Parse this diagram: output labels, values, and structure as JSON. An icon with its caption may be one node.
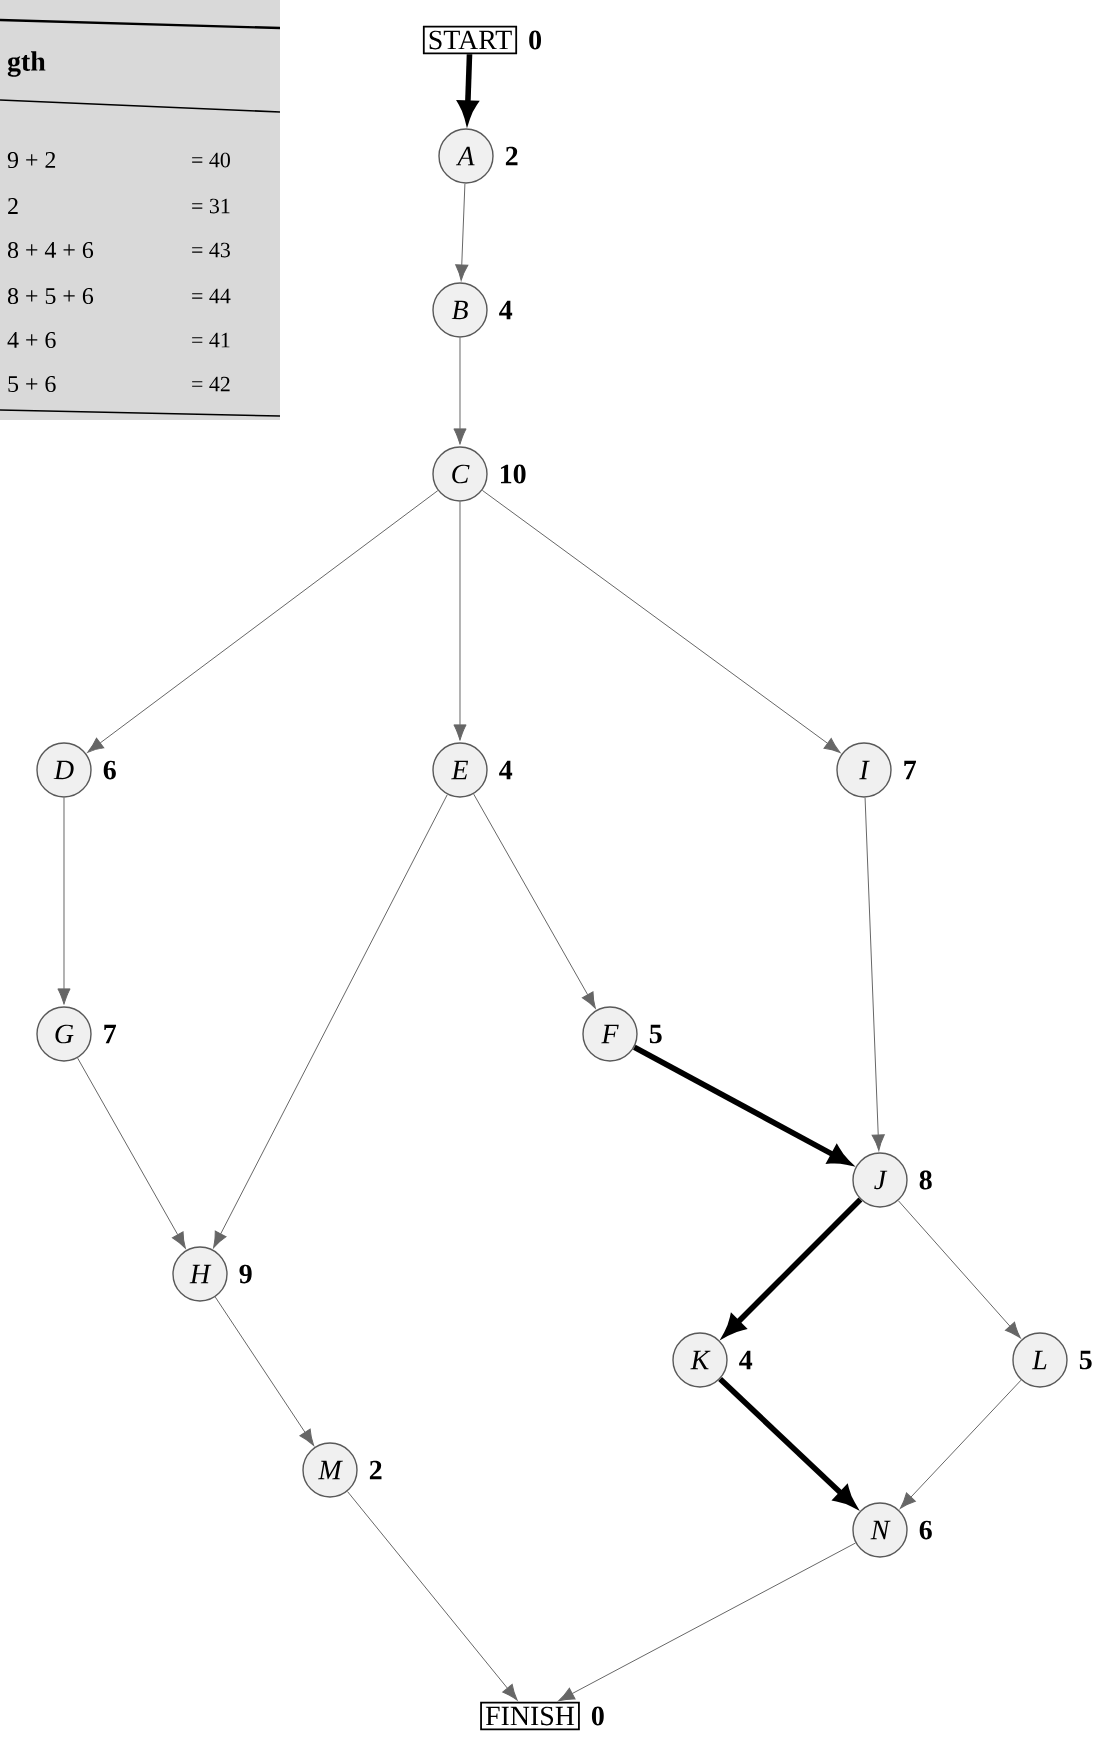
{
  "diagram": {
    "nodes": [
      {
        "text": [
          "START"
        ],
        "beside": [
          "0"
        ]
      },
      {
        "text": [
          "A"
        ],
        "beside": [
          "2"
        ]
      },
      {
        "text": [
          "B"
        ],
        "beside": [
          "4"
        ]
      },
      {
        "text": [
          "C"
        ],
        "beside": [
          "10"
        ]
      },
      {
        "text": [
          "D"
        ],
        "beside": [
          "6"
        ]
      },
      {
        "text": [
          "E"
        ],
        "beside": [
          "4"
        ]
      },
      {
        "text": [
          "I"
        ],
        "beside": [
          "7"
        ]
      },
      {
        "text": [
          "G"
        ],
        "beside": [
          "7"
        ]
      },
      {
        "text": [
          "F"
        ],
        "beside": [
          "5"
        ]
      },
      {
        "text": [
          "J"
        ],
        "beside": [
          "8"
        ]
      },
      {
        "text": [
          "H"
        ],
        "beside": [
          "9"
        ]
      },
      {
        "text": [
          "K"
        ],
        "beside": [
          "4"
        ]
      },
      {
        "text": [
          "L"
        ],
        "beside": [
          "5"
        ]
      },
      {
        "text": [
          "M"
        ],
        "beside": [
          "2"
        ]
      },
      {
        "text": [
          "N"
        ],
        "beside": [
          "6"
        ]
      },
      {
        "text": [
          "FINISH"
        ],
        "beside": [
          "0"
        ]
      }
    ],
    "edges": [
      {
        "from": 0,
        "to": 1,
        "arrow": "to",
        "style": "thick",
        "color": "#000000"
      },
      {
        "from": 1,
        "to": 2,
        "arrow": "to"
      },
      {
        "from": 2,
        "to": 3,
        "arrow": "to"
      },
      {
        "from": 3,
        "to": 4,
        "arrow": "to"
      },
      {
        "from": 3,
        "to": 5,
        "arrow": "to"
      },
      {
        "from": 3,
        "to": 6,
        "arrow": "to"
      },
      {
        "from": 4,
        "to": 7,
        "arrow": "to"
      },
      {
        "from": 5,
        "to": 10,
        "arrow": "to"
      },
      {
        "from": 5,
        "to": 8,
        "arrow": "to"
      },
      {
        "from": 6,
        "to": 9,
        "arrow": "to"
      },
      {
        "from": 7,
        "to": 10,
        "arrow": "to"
      },
      {
        "from": 8,
        "to": 9,
        "arrow": "to",
        "style": "thick",
        "color": "#000000"
      },
      {
        "from": 9,
        "to": 11,
        "arrow": "to",
        "style": "thick",
        "color": "#000000"
      },
      {
        "from": 9,
        "to": 12,
        "arrow": "to"
      },
      {
        "from": 10,
        "to": 13,
        "arrow": "to"
      },
      {
        "from": 11,
        "to": 14,
        "arrow": "to",
        "style": "thick",
        "color": "#000000"
      },
      {
        "from": 12,
        "to": 14,
        "arrow": "to"
      },
      {
        "from": 13,
        "to": 15,
        "arrow": "to"
      },
      {
        "from": 14,
        "to": 15,
        "arrow": "to"
      }
    ],
    "labels": [
      "gth",
      "9 + 2",
      "= 40",
      "2",
      "= 31",
      "8 + 4 + 6",
      "= 43",
      "8 + 5 + 6",
      "= 44",
      "4 + 6",
      "= 41",
      "5 + 6",
      "= 42"
    ]
  }
}
